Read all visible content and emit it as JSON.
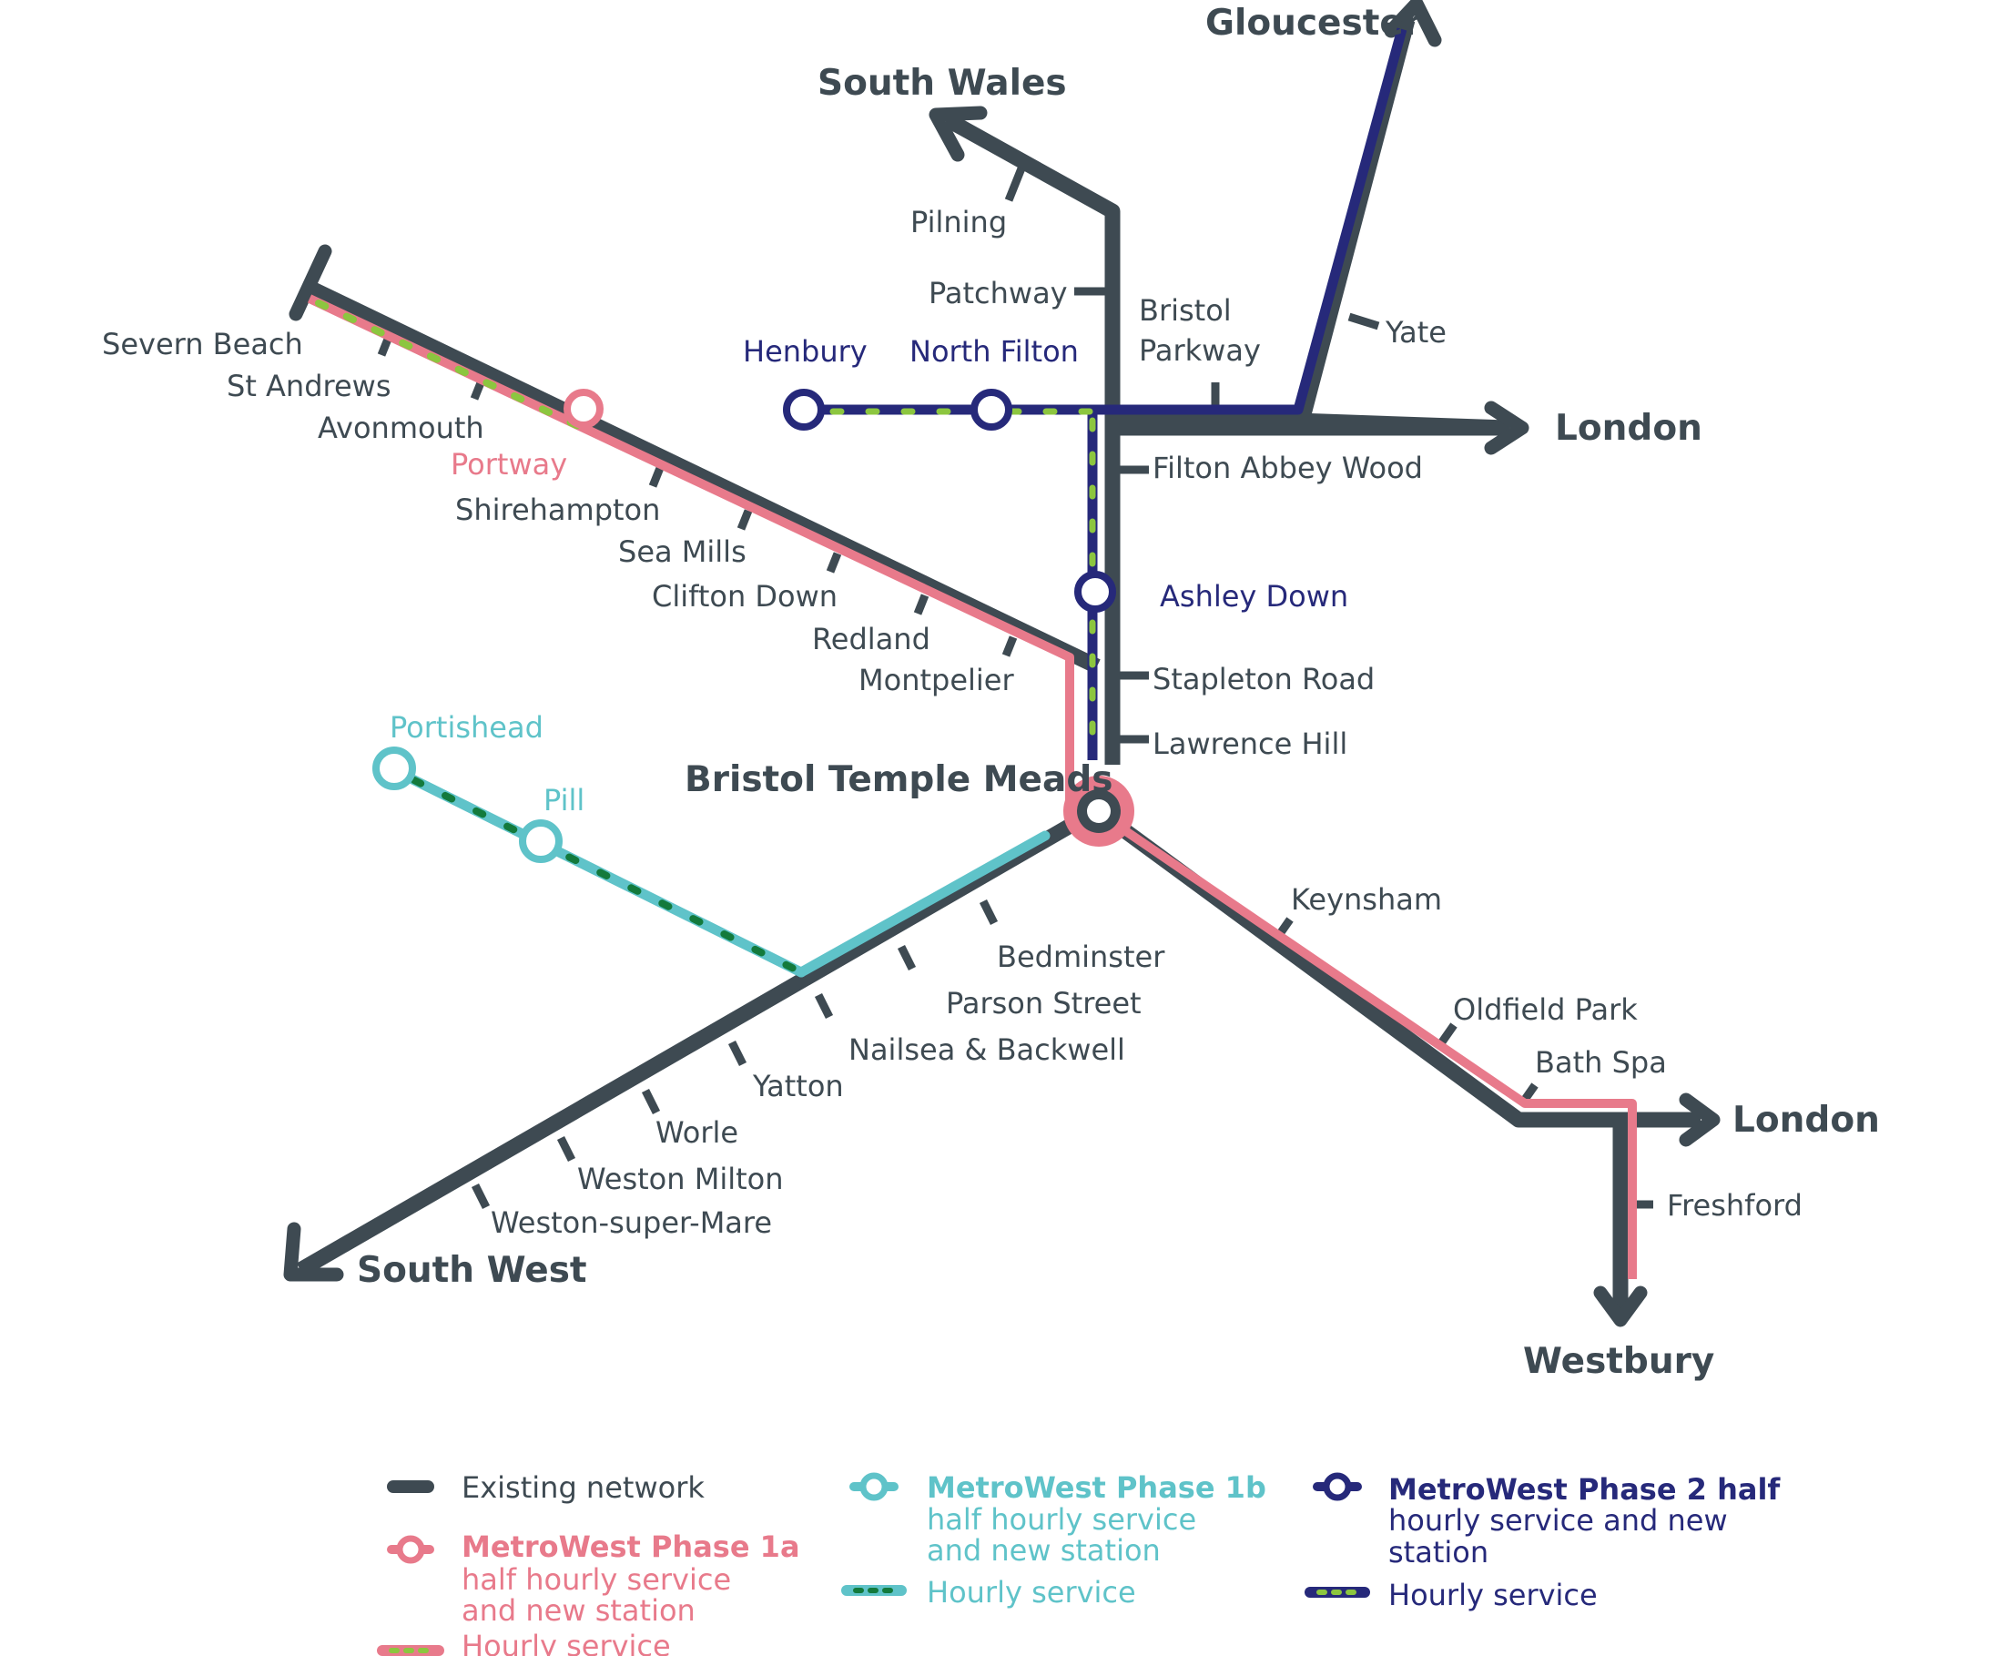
{
  "colors": {
    "existing": "#3e4a52",
    "phase1a": "#e87a8b",
    "phase1b": "#5fc3c9",
    "phase2": "#26297a",
    "hourly_dots_light": "#8cc63f",
    "hourly_dots_dark": "#137a3c"
  },
  "terminals": {
    "gloucester": "Gloucester",
    "south_wales": "South Wales",
    "london_east": "London",
    "london_bath": "London",
    "south_west": "South West",
    "westbury": "Westbury"
  },
  "hub": "Bristol Temple Meads",
  "stations": {
    "severn_beach": "Severn Beach",
    "st_andrews": "St Andrews",
    "avonmouth": "Avonmouth",
    "portway": "Portway",
    "shirehampton": "Shirehampton",
    "sea_mills": "Sea Mills",
    "clifton_down": "Clifton Down",
    "redland": "Redland",
    "montpelier": "Montpelier",
    "pilning": "Pilning",
    "patchway": "Patchway",
    "bristol_parkway_1": "Bristol",
    "bristol_parkway_2": "Parkway",
    "yate": "Yate",
    "henbury": "Henbury",
    "north_filton": "North Filton",
    "filton_abbey_wood": "Filton Abbey Wood",
    "ashley_down": "Ashley Down",
    "stapleton_road": "Stapleton Road",
    "lawrence_hill": "Lawrence Hill",
    "portishead": "Portishead",
    "pill": "Pill",
    "bedminster": "Bedminster",
    "parson_street": "Parson Street",
    "nailsea_backwell": "Nailsea & Backwell",
    "yatton": "Yatton",
    "worle": "Worle",
    "weston_milton": "Weston Milton",
    "weston_super_mare": "Weston-super-Mare",
    "keynsham": "Keynsham",
    "oldfield_park": "Oldfield Park",
    "bath_spa": "Bath Spa",
    "freshford": "Freshford"
  },
  "legend": {
    "existing": "Existing network",
    "phase1a": [
      "MetroWest Phase 1a",
      "half hourly service",
      "and new station"
    ],
    "phase1a_hourly": "Hourly service",
    "phase1b": [
      "MetroWest Phase 1b",
      "half hourly service",
      "and new station"
    ],
    "phase1b_hourly": "Hourly service",
    "phase2": [
      "MetroWest Phase 2 half",
      "hourly service and new",
      "station"
    ],
    "phase2_hourly": "Hourly service"
  }
}
